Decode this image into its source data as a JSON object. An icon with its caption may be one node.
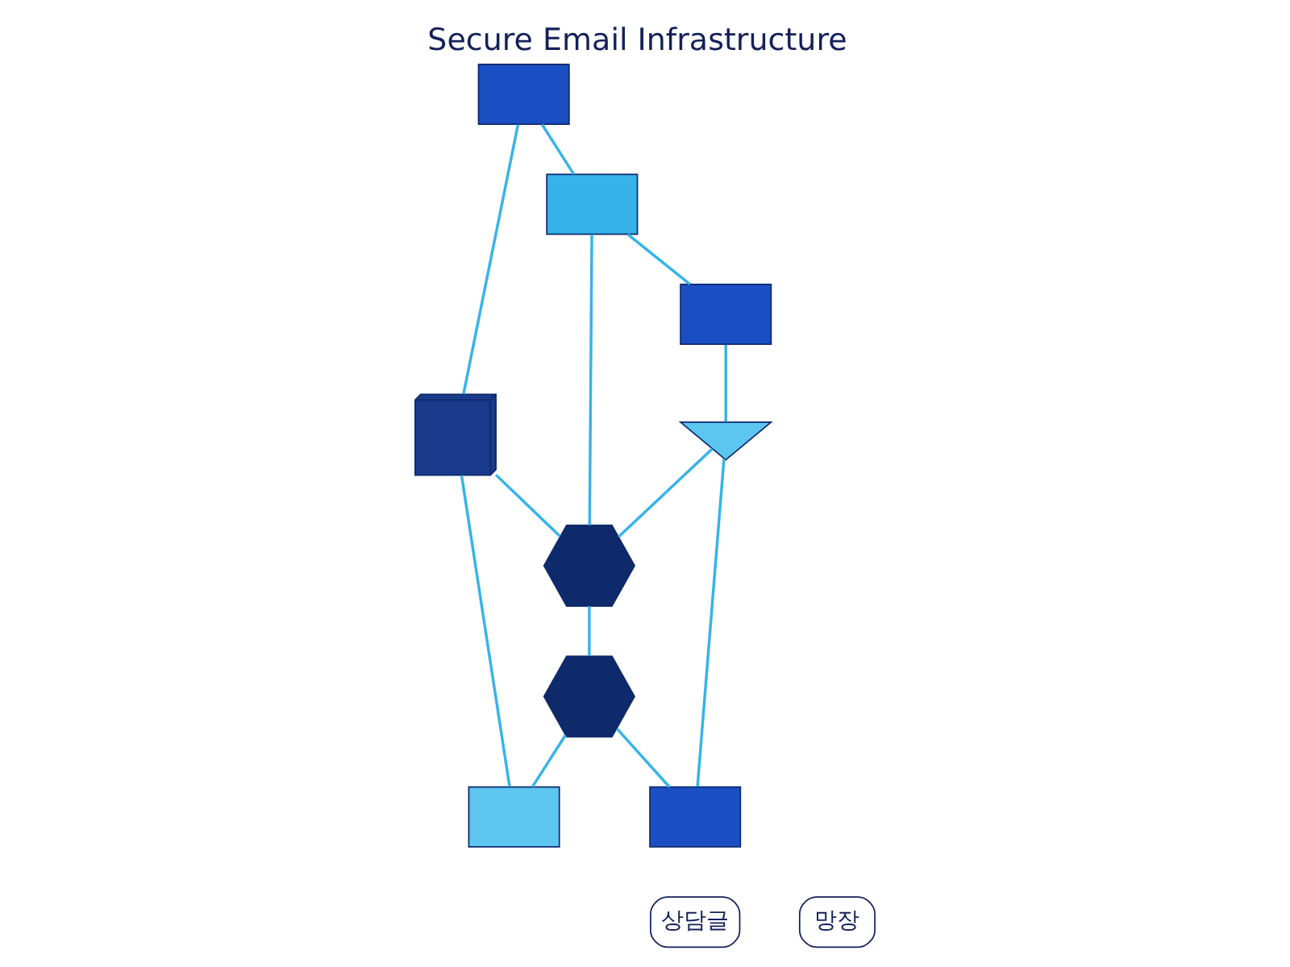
{
  "diagram": {
    "title": "Secure Email Infrastructure",
    "nodes": [
      {
        "text": [],
        "shape": "box"
      },
      {
        "text": [],
        "shape": "server"
      },
      {
        "text": [],
        "shape": "box"
      },
      {
        "text": [],
        "shape": "hexagon"
      },
      {
        "text": [],
        "shape": "box"
      },
      {
        "text": [],
        "shape": "box"
      },
      {
        "text": [],
        "shape": "hexagon"
      },
      {
        "text": [],
        "shape": "envelope"
      },
      {
        "text": [],
        "shape": "box"
      }
    ],
    "edges": [
      {
        "from": 0,
        "to": 2,
        "arrow": "none"
      },
      {
        "from": 0,
        "to": 1,
        "arrow": "none"
      },
      {
        "from": 2,
        "to": 4,
        "arrow": "none"
      },
      {
        "from": 2,
        "to": 3,
        "arrow": "none"
      },
      {
        "from": 1,
        "to": 3,
        "arrow": "none"
      },
      {
        "from": 1,
        "to": 5,
        "arrow": "none"
      },
      {
        "from": 4,
        "to": 7,
        "arrow": "none"
      },
      {
        "from": 7,
        "to": 3,
        "arrow": "none"
      },
      {
        "from": 7,
        "to": 8,
        "arrow": "none"
      },
      {
        "from": 3,
        "to": 6,
        "arrow": "none"
      },
      {
        "from": 6,
        "to": 5,
        "arrow": "none"
      },
      {
        "from": 6,
        "to": 8,
        "arrow": "none"
      }
    ],
    "labels": [
      "상담글",
      "망장"
    ]
  }
}
